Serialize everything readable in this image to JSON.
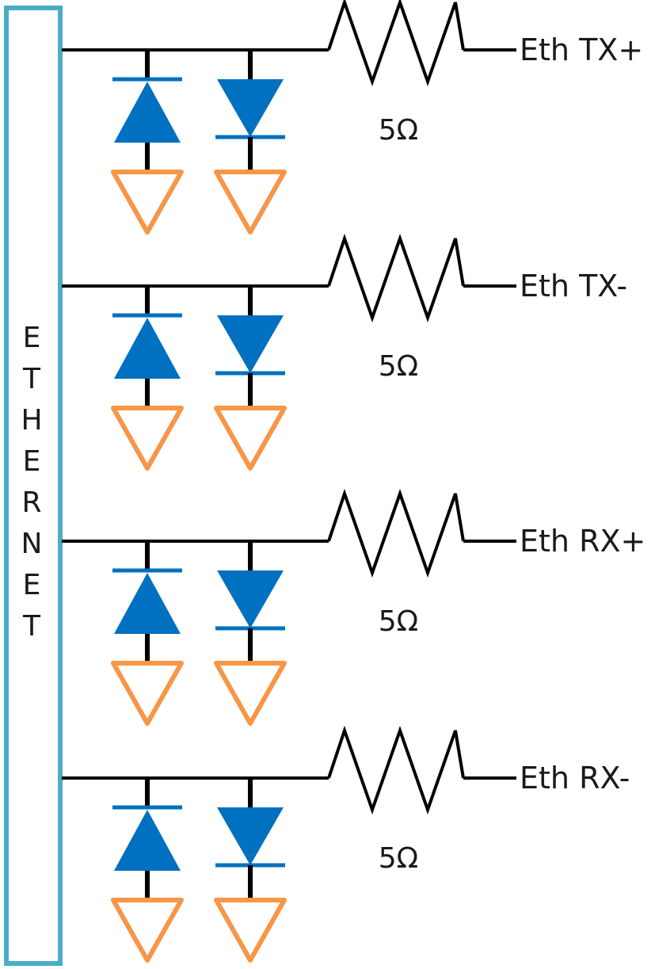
{
  "connector": {
    "label_letters": [
      "E",
      "T",
      "H",
      "E",
      "R",
      "N",
      "E",
      "T"
    ]
  },
  "channels": [
    {
      "signal": "Eth TX+",
      "resistor_value": "5Ω"
    },
    {
      "signal": "Eth TX-",
      "resistor_value": "5Ω"
    },
    {
      "signal": "Eth RX+",
      "resistor_value": "5Ω"
    },
    {
      "signal": "Eth RX-",
      "resistor_value": "5Ω"
    }
  ],
  "colors": {
    "wire": "#000000",
    "connector_border": "#4bacc6",
    "diode": "#0070c0",
    "ground": "#f79646"
  }
}
